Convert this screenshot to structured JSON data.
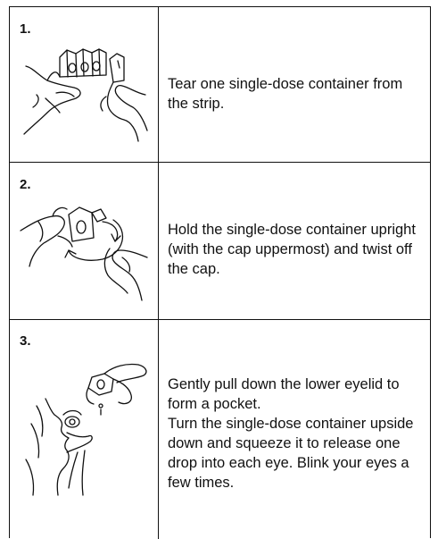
{
  "steps": [
    {
      "number": "1.",
      "text": "Tear one single-dose container from the strip.",
      "illustration": "hands-tearing-container-icon"
    },
    {
      "number": "2.",
      "text": "Hold the single-dose container upright (with the cap uppermost) and twist off the cap.",
      "illustration": "hands-twisting-cap-icon"
    },
    {
      "number": "3.",
      "text": "Gently pull down the lower eyelid to form a pocket.\nTurn the single-dose container upside down and squeeze it to release one drop into each eye. Blink your eyes a few times.",
      "illustration": "eye-drop-application-icon"
    }
  ]
}
